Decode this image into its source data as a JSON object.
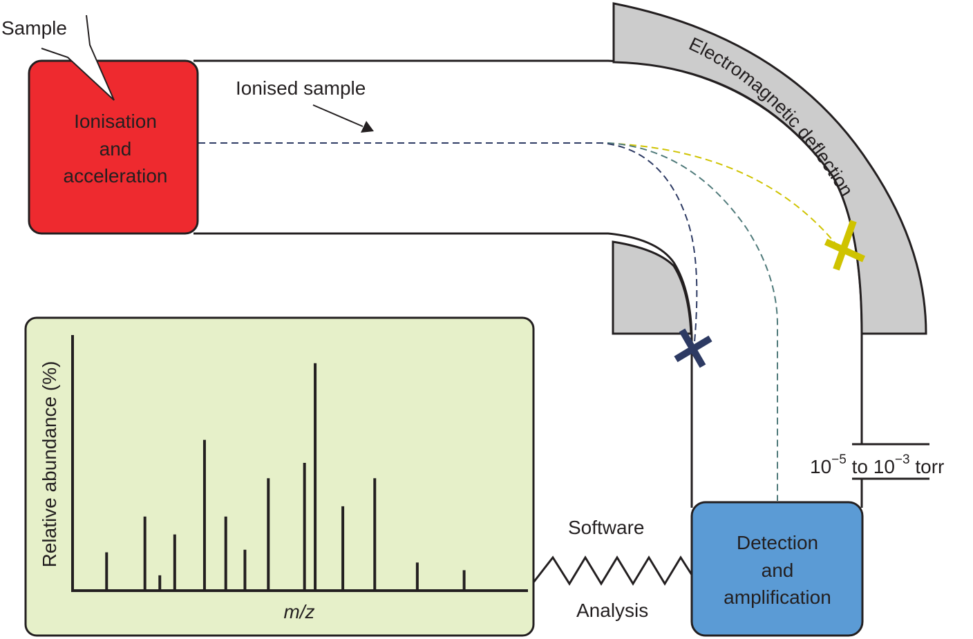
{
  "labels": {
    "sample": "Sample",
    "ionised_sample": "Ionised sample",
    "ionisation_box": [
      "Ionisation",
      "and",
      "acceleration"
    ],
    "deflection": "Electromagnetic deflection",
    "detection_box": [
      "Detection",
      "and",
      "amplification"
    ],
    "software": "Software",
    "analysis": "Analysis",
    "pressure": {
      "base1": "10",
      "exp1": "−5",
      "mid": " to ",
      "base2": "10",
      "exp2": "−3",
      "unit": " torr"
    }
  },
  "colors": {
    "ionisation_fill": "#ee2a2f",
    "detection_fill": "#5b9bd5",
    "spectrum_bg": "#e6f0c9",
    "magnet_fill": "#cccccc",
    "outline": "#231f20",
    "path_yellow": "#cfc300",
    "path_navy": "#2d3a63",
    "path_teal": "#4f7a7a"
  },
  "ion_paths": [
    {
      "name": "heavy-ion-path",
      "color": "yellow",
      "outcome": "hits outer wall"
    },
    {
      "name": "detected-ion-path",
      "color": "teal",
      "outcome": "reaches detector"
    },
    {
      "name": "light-ion-path",
      "color": "navy",
      "outcome": "hits inner wall"
    }
  ],
  "chart_data": {
    "type": "bar",
    "title": "",
    "xlabel": "m/z",
    "ylabel": "Relative abundance (%)",
    "ylim": [
      0,
      100
    ],
    "grid": false,
    "legend": "none",
    "x": [
      8,
      17,
      20.5,
      24,
      31,
      36,
      40.5,
      46,
      54.5,
      57,
      63.5,
      71,
      81,
      92
    ],
    "values": [
      15,
      29,
      6,
      22,
      59,
      29,
      16,
      44,
      50,
      89,
      33,
      44,
      11,
      8
    ],
    "xlim": [
      0,
      107
    ]
  }
}
